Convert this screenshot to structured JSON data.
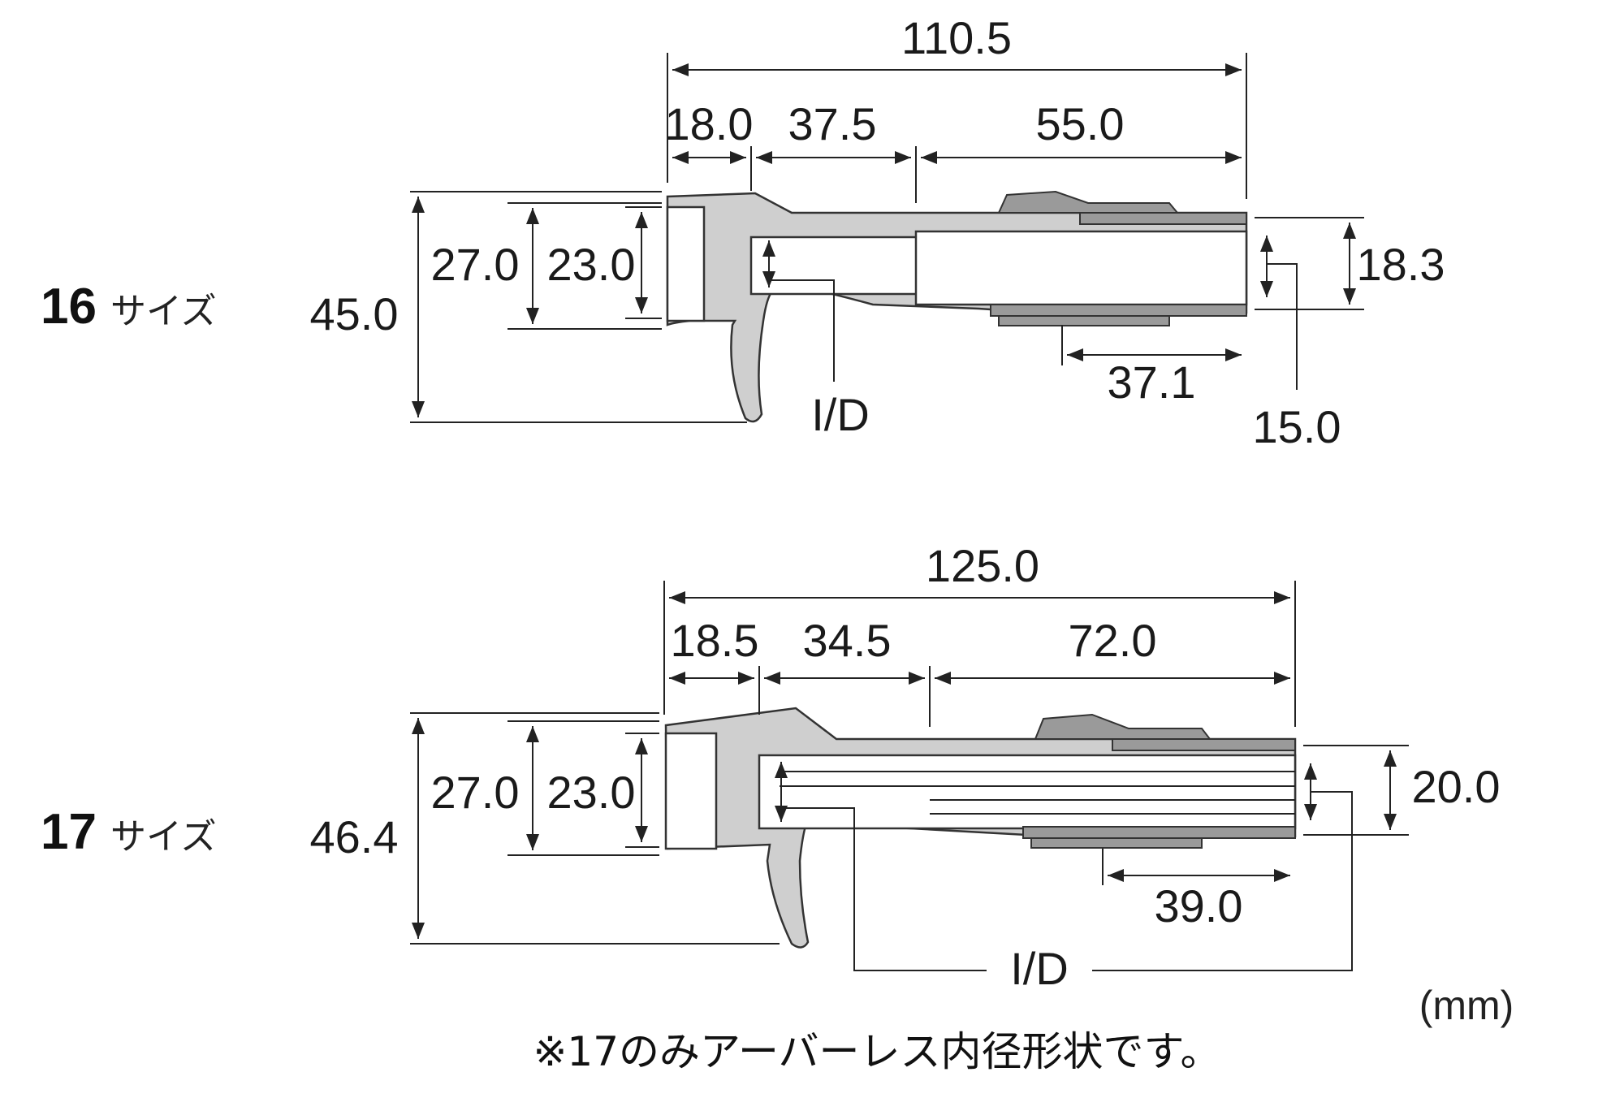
{
  "unit_label": "(mm)",
  "footnote": "※17のみアーバーレス内径形状です。",
  "size16": {
    "size_number": "16",
    "size_word": "サイズ",
    "total_length": "110.5",
    "seg1": "18.0",
    "seg2": "37.5",
    "seg3": "55.0",
    "height_total": "45.0",
    "height_outer": "27.0",
    "height_inner": "23.0",
    "tube_od": "18.3",
    "tube_id": "15.0",
    "hood_length": "37.1",
    "id_label": "I/D"
  },
  "size17": {
    "size_number": "17",
    "size_word": "サイズ",
    "total_length": "125.0",
    "seg1": "18.5",
    "seg2": "34.5",
    "seg3": "72.0",
    "height_total": "46.4",
    "height_outer": "27.0",
    "height_inner": "23.0",
    "tube_od": "20.0",
    "hood_length": "39.0",
    "id_label": "I/D"
  }
}
